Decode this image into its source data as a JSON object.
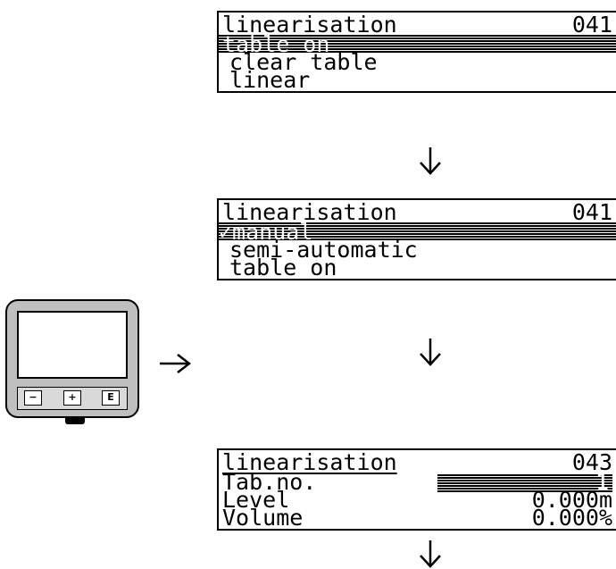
{
  "screens": [
    {
      "header": {
        "title": "linearisation",
        "code": "041"
      },
      "rows": [
        {
          "text": "table on",
          "selected": true
        },
        {
          "text": "clear table",
          "selected": false
        },
        {
          "text": "linear",
          "selected": false
        }
      ]
    },
    {
      "header": {
        "title": "linearisation",
        "code": "041"
      },
      "rows": [
        {
          "text": "✓manual",
          "selected": true
        },
        {
          "text": "semi-automatic",
          "selected": false
        },
        {
          "text": "table on",
          "selected": false
        }
      ]
    },
    {
      "header": {
        "title": "linearisation",
        "code": "043"
      },
      "rows": [
        {
          "label": "Tab.no.",
          "value": "1",
          "selected_value": true
        },
        {
          "label": "Level",
          "value": "0.000m"
        },
        {
          "label": "Volume",
          "value": "0.000%"
        }
      ]
    }
  ],
  "device": {
    "keys": [
      "−",
      "+",
      "E"
    ]
  },
  "icons": {
    "down_arrow": "arrow-down-icon",
    "right_arrow": "arrow-right-icon"
  }
}
